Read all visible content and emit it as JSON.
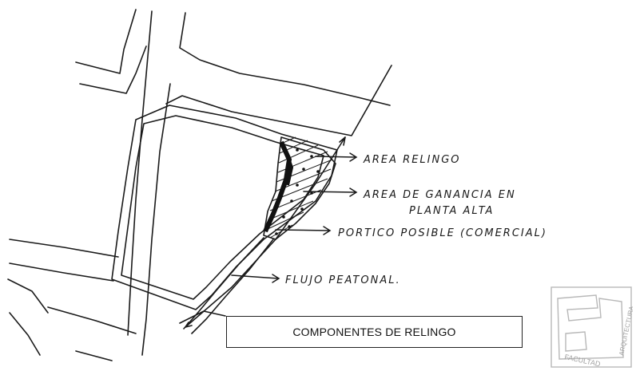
{
  "labels": {
    "area_relingo": "AREA RELINGO",
    "area_ganancia_1": "AREA DE GANANCIA EN",
    "area_ganancia_2": "PLANTA ALTA",
    "portico": "PORTICO POSIBLE (COMERCIAL)",
    "flujo": "FLUJO PEATONAL."
  },
  "caption": "COMPONENTES DE RELINGO",
  "logo": {
    "text_1": "FACULTAD",
    "text_2": "ARQUITECTURA"
  },
  "colors": {
    "ink": "#1a1a1a",
    "background": "#ffffff",
    "logo_gray": "#b8b8b8"
  }
}
